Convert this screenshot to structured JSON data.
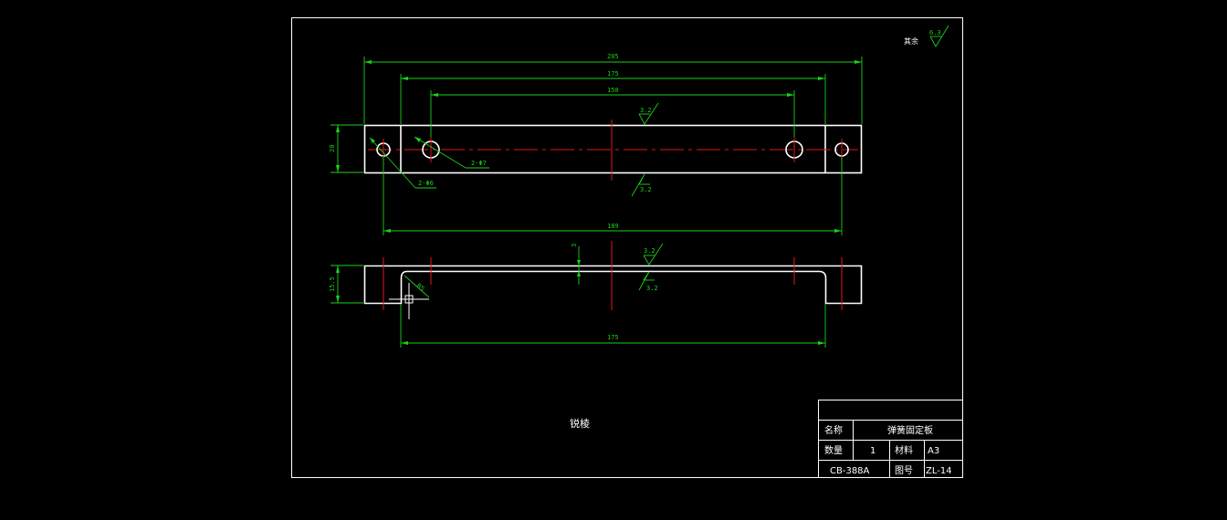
{
  "drawing": {
    "dimensions": {
      "overall_length": "205",
      "inner_length": "175",
      "hole_spacing": "150",
      "height": "20",
      "hole_span": "189",
      "side_height": "15.5",
      "step_depth": "3",
      "bottom_length": "175",
      "small_holes": "2-Φ6",
      "large_holes": "2-Φ7",
      "fillet": "R5"
    },
    "roughness": {
      "general_prefix": "其余",
      "general": "6.3",
      "top_face": "3.2",
      "bottom_face": "3.2",
      "step_top": "3.2",
      "step_bottom": "3.2"
    },
    "note": "锐棱"
  },
  "title_block": {
    "name_label": "名称",
    "name_value": "弹簧固定板",
    "qty_label": "数量",
    "qty_value": "1",
    "material_label": "材料",
    "material_value": "A3",
    "code_value": "CB-388A",
    "drawing_no_label": "图号",
    "drawing_no_value": "ZL-14"
  }
}
